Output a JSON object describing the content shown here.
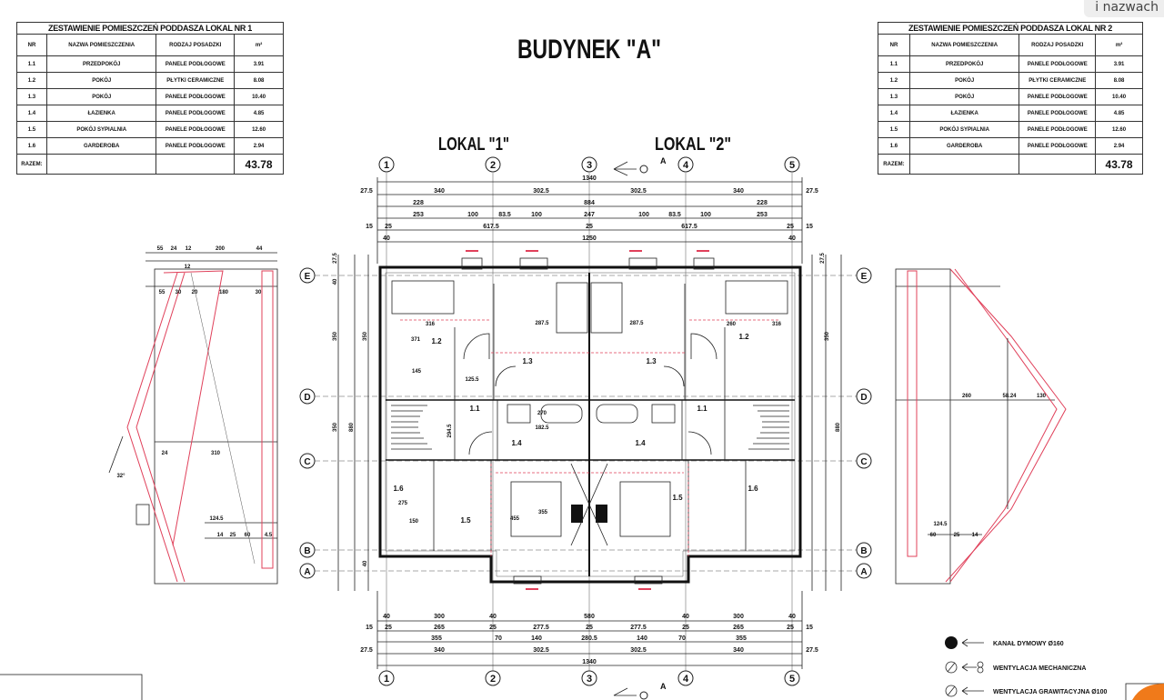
{
  "tooltip": "i nazwach",
  "title": "BUDYNEK \"A\"",
  "lokal1": "LOKAL \"1\"",
  "lokal2": "LOKAL \"2\"",
  "tables": [
    {
      "title": "ZESTAWIENIE POMIESZCZEŃ PODDASZA  LOKAL NR 1",
      "headers": [
        "NR",
        "NAZWA POMIESZCZENIA",
        "RODZAJ POSADZKI",
        "m²"
      ],
      "rows": [
        [
          "1.1",
          "PRZEDPOKÓJ",
          "PANELE PODŁOGOWE",
          "3.91"
        ],
        [
          "1.2",
          "POKÓJ",
          "PŁYTKI CERAMICZNE",
          "8.08"
        ],
        [
          "1.3",
          "POKÓJ",
          "PANELE PODŁOGOWE",
          "10.40"
        ],
        [
          "1.4",
          "ŁAZIENKA",
          "PANELE PODŁOGOWE",
          "4.85"
        ],
        [
          "1.5",
          "POKÓJ SYPIALNIA",
          "PANELE PODŁOGOWE",
          "12.60"
        ],
        [
          "1.6",
          "GARDEROBA",
          "PANELE PODŁOGOWE",
          "2.94"
        ]
      ],
      "total_label": "RAZEM:",
      "total": "43.78"
    },
    {
      "title": "ZESTAWIENIE POMIESZCZEŃ PODDASZA  LOKAL NR 2",
      "headers": [
        "NR",
        "NAZWA POMIESZCZENIA",
        "RODZAJ POSADZKI",
        "m²"
      ],
      "rows": [
        [
          "1.1",
          "PRZEDPOKÓJ",
          "PANELE PODŁOGOWE",
          "3.91"
        ],
        [
          "1.2",
          "POKÓJ",
          "PŁYTKI CERAMICZNE",
          "8.08"
        ],
        [
          "1.3",
          "POKÓJ",
          "PANELE PODŁOGOWE",
          "10.40"
        ],
        [
          "1.4",
          "ŁAZIENKA",
          "PANELE PODŁOGOWE",
          "4.85"
        ],
        [
          "1.5",
          "POKÓJ SYPIALNIA",
          "PANELE PODŁOGOWE",
          "12.60"
        ],
        [
          "1.6",
          "GARDEROBA",
          "PANELE PODŁOGOWE",
          "2.94"
        ]
      ],
      "total_label": "RAZEM:",
      "total": "43.78"
    }
  ],
  "axes_vertical": [
    "1",
    "2",
    "3",
    "4",
    "5"
  ],
  "axes_horizontal": [
    "E",
    "D",
    "C",
    "B",
    "A"
  ],
  "section_mark": "A",
  "dims_top": {
    "overall": "1340",
    "row1": [
      "27.5",
      "340",
      "302.5",
      "302.5",
      "340",
      "27.5"
    ],
    "row2": [
      "228",
      "884",
      "228"
    ],
    "row3": [
      "253",
      "100",
      "83.5",
      "100",
      "247",
      "100",
      "83.5",
      "100",
      "253"
    ],
    "row4": [
      "15",
      "25",
      "617.5",
      "25",
      "617.5",
      "25",
      "15"
    ],
    "row5": [
      "40",
      "1250",
      "40"
    ]
  },
  "dims_bottom": {
    "row1": [
      "40",
      "300",
      "40",
      "580",
      "40",
      "300",
      "40"
    ],
    "row2": [
      "15",
      "25",
      "265",
      "25",
      "277.5",
      "25",
      "277.5",
      "25",
      "265",
      "25",
      "15"
    ],
    "row3": [
      "355",
      "70",
      "140",
      "280.5",
      "140",
      "70",
      "355"
    ],
    "row4": [
      "27.5",
      "340",
      "302.5",
      "302.5",
      "340",
      "27.5"
    ],
    "overall": "1340"
  },
  "dims_side": [
    "27.5",
    "40",
    "350",
    "350",
    "880",
    "40",
    "27.5"
  ],
  "rooms": {
    "lokal1": [
      "1.2",
      "1.3",
      "1.1",
      "1.4",
      "1.6",
      "1.5"
    ],
    "lokal2": [
      "1.2",
      "1.3",
      "1.1",
      "1.4",
      "1.6",
      "1.5"
    ],
    "plan_dims": [
      "316",
      "371",
      "287.5",
      "145",
      "125.5",
      "294.5",
      "270",
      "182.5",
      "275",
      "150",
      "455",
      "355",
      "260",
      "316",
      "287.5"
    ]
  },
  "section_left_dims": [
    "55",
    "24",
    "12",
    "200",
    "44",
    "12",
    "55",
    "30",
    "20",
    "180",
    "30",
    "310",
    "24",
    "124.5",
    "14",
    "25",
    "60",
    "4.5",
    "32°"
  ],
  "section_right_dims": [
    "260",
    "58.24",
    "130",
    "124.5",
    "60",
    "25",
    "14"
  ],
  "legend": [
    {
      "icon": "filled-circle",
      "label": "KANAŁ DYMOWY Ø160"
    },
    {
      "icon": "circle-slash-fan",
      "label": "WENTYLACJA MECHANICZNA"
    },
    {
      "icon": "circle-slash",
      "label": "WENTYLACJA GRAWITACYJNA Ø100"
    }
  ],
  "colors": {
    "ink": "#111111",
    "roof_line": "#e0405a",
    "logo": "#f07a1a"
  }
}
